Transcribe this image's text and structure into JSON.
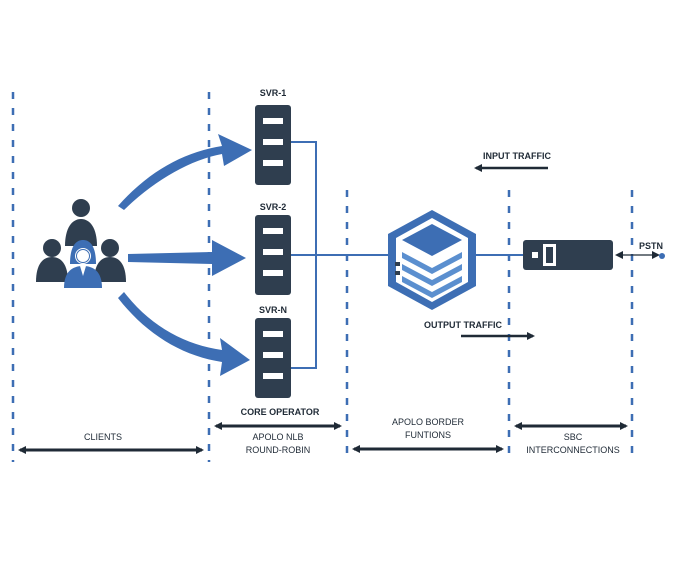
{
  "colors": {
    "dark": "#2f3e4f",
    "blue": "#3d6eb4",
    "light_blue": "#5b8fcf",
    "text": "#1f2a36"
  },
  "servers": {
    "svr1": "SVR-1",
    "svr2": "SVR-2",
    "svrn": "SVR-N"
  },
  "labels": {
    "core_operator": "CORE OPERATOR",
    "input_traffic": "INPUT TRAFFIC",
    "output_traffic": "OUTPUT TRAFFIC",
    "pstn": "PSTN"
  },
  "sections": {
    "clients": "CLIENTS",
    "nlb_line1": "APOLO NLB",
    "nlb_line2": "ROUND-ROBIN",
    "border_line1": "APOLO BORDER",
    "border_line2": "FUNTIONS",
    "sbc_line1": "SBC",
    "sbc_line2": "INTERCONNECTIONS"
  },
  "icons": {
    "clients": "users-group-icon",
    "server": "server-rack-icon",
    "border": "layered-cube-icon",
    "sbc": "sbc-device-icon"
  }
}
